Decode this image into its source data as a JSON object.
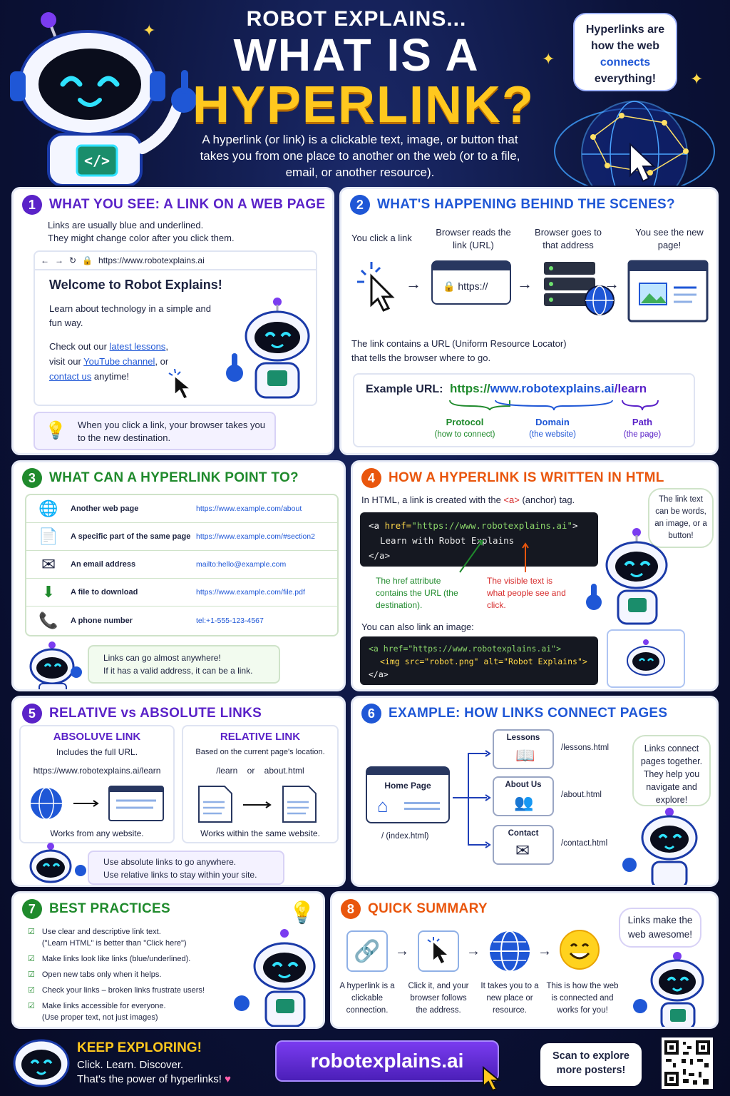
{
  "header": {
    "kicker": "ROBOT EXPLAINS...",
    "title_line1": "WHAT IS A",
    "title_line2": "HYPERLINK?",
    "description": "A hyperlink (or link) is a clickable text, image, or button that takes you from one place to another on the web (or to a file, email, or another resource).",
    "bubble_a": "Hyperlinks are how the web",
    "bubble_b": "connects",
    "bubble_c": "everything!"
  },
  "s1": {
    "num": "1",
    "title": "WHAT YOU SEE: A LINK ON A WEB PAGE",
    "intro_a": "Links are usually blue and underlined.",
    "intro_b": "They might change color after you click them.",
    "url": "https://www.robotexplains.ai",
    "page_title": "Welcome to Robot Explains!",
    "page_text": "Learn about technology in a simple and fun way.",
    "p1": "Check out our ",
    "l1": "latest lessons",
    "p2": ",\nvisit our ",
    "l2": "YouTube channel",
    "p3": ", or",
    "l3": "contact us",
    "p4": " anytime!",
    "tip": "When you click a link, your browser takes you to the new destination."
  },
  "s2": {
    "num": "2",
    "title": "WHAT'S HAPPENING BEHIND THE SCENES?",
    "steps": [
      "You click a link",
      "Browser reads the link (URL)",
      "Browser goes to that address",
      "You see the new page!"
    ],
    "url_box": "https://",
    "explain_a": "The link contains a URL (Uniform Resource Locator)",
    "explain_b": "that tells the browser where to go.",
    "example_label": "Example URL:",
    "proto": "https://",
    "domain": "www.robotexplains.ai",
    "path": "/learn",
    "proto_label": "Protocol",
    "proto_sub": "(how to connect)",
    "domain_label": "Domain",
    "domain_sub": "(the website)",
    "path_label": "Path",
    "path_sub": "(the page)"
  },
  "s3": {
    "num": "3",
    "title": "WHAT CAN A HYPERLINK POINT TO?",
    "rows": [
      {
        "label": "Another web page",
        "value": "https://www.example.com/about"
      },
      {
        "label": "A specific part of the same page",
        "value": "https://www.example.com/#section2"
      },
      {
        "label": "An email address",
        "value": "mailto:hello@example.com"
      },
      {
        "label": "A file to download",
        "value": "https://www.example.com/file.pdf"
      },
      {
        "label": "A phone number",
        "value": "tel:+1-555-123-4567"
      }
    ],
    "note_a": "Links can go almost anywhere!",
    "note_b": "If it has a valid address, it can be a link."
  },
  "s4": {
    "num": "4",
    "title": "HOW A HYPERLINK IS WRITTEN IN HTML",
    "intro_a": "In HTML, a link is created with the ",
    "intro_tag": "<a>",
    "intro_b": " (anchor) tag.",
    "code1_open": "<a ",
    "code1_attr": "href=",
    "code1_val": "\"https://www.robotexplains.ai\"",
    "code1_gt": ">",
    "code1_text": "Learn with Robot Explains",
    "code1_close": "</a>",
    "href_note": "The href attribute contains the URL (the destination).",
    "text_note": "The visible text is what people see and click.",
    "bubble": "The link text can be words, an image, or a button!",
    "also": "You can also link an image:",
    "code2_line1": "<a href=\"https://www.robotexplains.ai\">",
    "code2_line2": "<img src=\"robot.png\" alt=\"Robot Explains\">",
    "code2_line3": "</a>"
  },
  "s5": {
    "num": "5",
    "title": "RELATIVE vs ABSOLUTE LINKS",
    "abs_title": "ABSOLUVE LINK",
    "abs_sub": "Includes the full URL.",
    "abs_url": "https://www.robotexplains.ai/learn",
    "abs_foot": "Works from any website.",
    "rel_title": "RELATIVE LINK",
    "rel_sub": "Based on the current page's location.",
    "rel_a": "/learn",
    "rel_or": "or",
    "rel_b": "about.html",
    "rel_foot": "Works within the same website.",
    "note_a": "Use absolute links to go anywhere.",
    "note_b": "Use relative links to stay within your site."
  },
  "s6": {
    "num": "6",
    "title": "EXAMPLE: HOW LINKS CONNECT PAGES",
    "home": "Home Page",
    "home_path": "/ (index.html)",
    "pages": [
      {
        "label": "Lessons",
        "path": "/lessons.html"
      },
      {
        "label": "About Us",
        "path": "/about.html"
      },
      {
        "label": "Contact",
        "path": "/contact.html"
      }
    ],
    "bubble": "Links connect pages together. They help you navigate and explore!"
  },
  "s7": {
    "num": "7",
    "title": "BEST PRACTICES",
    "items": [
      "Use clear and descriptive link text.\n(\"Learn HTML\" is better than \"Click here\")",
      "Make links look like links (blue/underlined).",
      "Open new tabs only when it helps.",
      "Check your links – broken links frustrate users!",
      "Make links accessible for everyone.\n(Use proper text, not just images)"
    ]
  },
  "s8": {
    "num": "8",
    "title": "QUICK SUMMARY",
    "steps": [
      "A hyperlink is a clickable connection.",
      "Click it, and your browser follows the address.",
      "It takes you to a new place or resource.",
      "This is how the web is connected and works for you!"
    ],
    "bubble": "Links make the web awesome!"
  },
  "footer": {
    "title": "KEEP EXPLORING!",
    "line1": "Click. Learn. Discover.",
    "line2": "That's the power of hyperlinks!",
    "heart": "♥",
    "button": "robotexplains.ai",
    "scan": "Scan to explore more posters!"
  },
  "colors": {
    "s1": "#5a22c8",
    "s2": "#1f57d6",
    "s3": "#1f8a2c",
    "s4": "#e9560d",
    "s5": "#5a22c8",
    "s6": "#1f57d6",
    "s7": "#1f8a2c",
    "s8": "#e9560d",
    "gold": "#ffc81e"
  },
  "icons": [
    "robot-icon",
    "globe-icon",
    "cursor-icon",
    "lock-icon",
    "server-icon",
    "browser-icon",
    "document-icon",
    "envelope-icon",
    "file-download-icon",
    "phone-icon",
    "home-icon",
    "book-icon",
    "users-icon",
    "link-icon",
    "smiley-icon",
    "lightbulb-icon",
    "check-icon",
    "qr-code-icon",
    "heart-icon",
    "star-icon"
  ]
}
